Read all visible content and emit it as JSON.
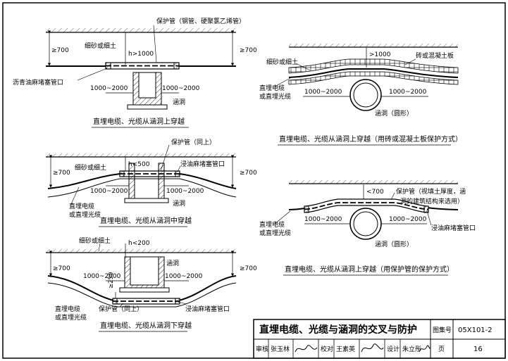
{
  "colors": {
    "ink": "#000000",
    "paper": "#ffffff",
    "fill_gray": "#d9d9d9"
  },
  "d1": {
    "protect_pipe": "保护管（钢管、硬聚氯乙烯管）",
    "sand_soil": "细砂或细土",
    "depth_left": "≥700",
    "depth_right": "≥700",
    "h": "h>1000",
    "asphalt": "沥青油麻堵塞管口",
    "dist_left": "1000~2000",
    "dist_right": "1000~2000",
    "culvert": "涵洞",
    "caption": "直埋电缆、光缆从涵洞上穿越"
  },
  "d2": {
    "protect_pipe": "保护管（同上）",
    "sand_soil": "细砂或细土",
    "h": "h<500",
    "oil_hemp": "浸油麻堵塞管口",
    "depth_left": "≥700",
    "depth_right": "≥700",
    "dist_left": "1000~2000",
    "dist_right": "1000~2000",
    "culvert": "涵洞",
    "cable_line1": "直埋电缆",
    "cable_line2": "或直埋光缆",
    "caption": "直埋电缆、光缆从涵洞中穿越"
  },
  "d3": {
    "sand_soil": "细砂或细土",
    "h": "h<200",
    "culvert": "涵洞",
    "depth_left": "≥700",
    "depth_right": "≥700",
    "dim250": "≥250",
    "dist_left": "1000~2000",
    "dist_right": "1000~2000",
    "cable_line1": "直埋电缆",
    "cable_line2": "或直埋光缆",
    "protect_pipe": "保护管（同上）",
    "oil_hemp": "浸油麻堵塞管口",
    "caption": "直埋电缆、光缆从涵洞下穿越"
  },
  "d4": {
    "h": ">1000",
    "sand_soil": "细砂或细土",
    "brick_slab": "砖或混凝土板",
    "cable_line1": "直埋电缆",
    "cable_line2": "或直埋光缆",
    "dist_left": "1000~2000",
    "dist_right": "1000~2000",
    "culvert_round": "涵洞（圆形）",
    "caption": "直埋电缆、光缆从涵洞上穿越（用砖或混凝土板保护方式）"
  },
  "d5": {
    "h": "<700",
    "protect_line1": "保护管（视填土厚度，涵",
    "protect_line2": "洞的建筑结构来选用）",
    "oil_hemp": "浸油麻堵塞管口",
    "cable_line1": "直埋电缆",
    "cable_line2": "或直埋光缆",
    "dist_left": "1000~2000",
    "dist_right": "1000~2000",
    "culvert_round": "涵洞（圆形）",
    "caption": "直埋电缆、光缆从涵洞上穿越（用保护管的保护方式）"
  },
  "titleblock": {
    "title": "直埋电缆、光缆与涵洞的交叉与防护",
    "atlas_label": "图集号",
    "atlas_no": "05X101-2",
    "review_label": "审核",
    "reviewer": "张玉林",
    "check_label": "校对",
    "checker": "王素英",
    "design_label": "设计",
    "designer": "朱立彤",
    "page_label": "页",
    "page_no": "16"
  }
}
